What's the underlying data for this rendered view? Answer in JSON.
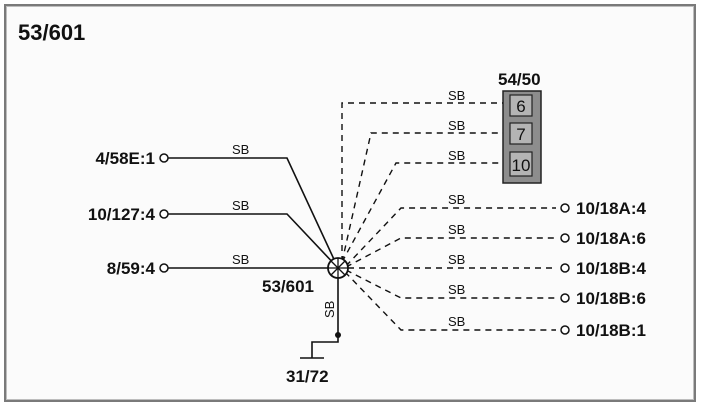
{
  "title": "53/601",
  "splice": {
    "label": "53/601"
  },
  "ground": {
    "label": "31/72",
    "wire": "SB"
  },
  "connector": {
    "label": "54/50",
    "pins": [
      "6",
      "7",
      "10"
    ]
  },
  "wire_color": "SB",
  "left_terminals": [
    "4/58E:1",
    "10/127:4",
    "8/59:4"
  ],
  "right_terminals": [
    "10/18A:4",
    "10/18A:6",
    "10/18B:4",
    "10/18B:6",
    "10/18B:1"
  ],
  "colors": {
    "line": "#111111",
    "connector_fill": "#8d8d8d",
    "background": "#fbfbfb"
  }
}
